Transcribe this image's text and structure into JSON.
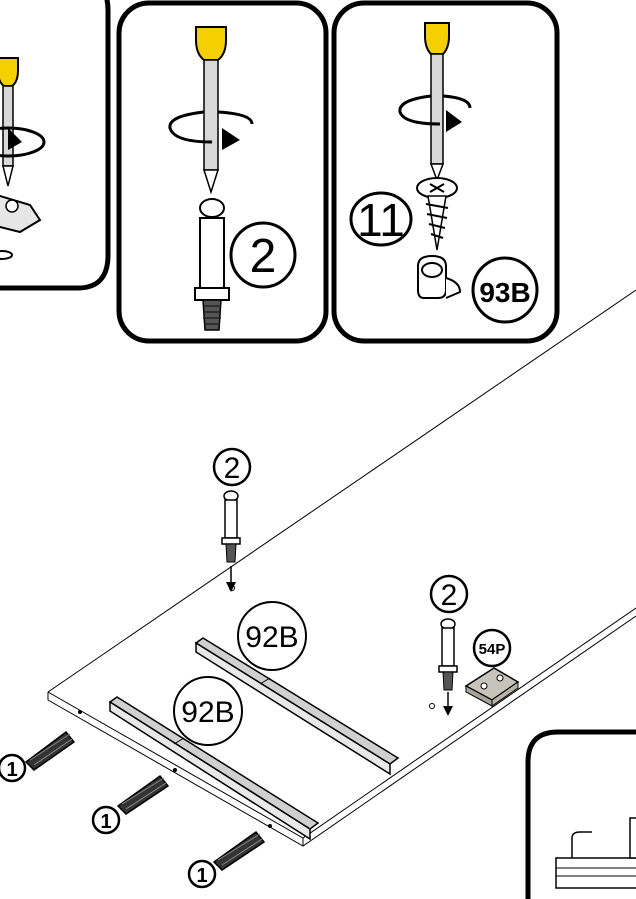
{
  "panels": {
    "left": {
      "marker": ""
    },
    "middle": {
      "part_number": "2"
    },
    "right": {
      "quantity": "11",
      "part_number": "93B"
    }
  },
  "board": {
    "callouts": {
      "dowel_a": "1",
      "dowel_b": "1",
      "dowel_c": "1",
      "cam_bolt_a": "2",
      "cam_bolt_b": "2",
      "rail_a": "92B",
      "rail_b": "92B",
      "hinge": "54P"
    }
  },
  "colors": {
    "outline": "#000000",
    "handle": "#f5d000",
    "shaft": "#d8d8d8",
    "rail": "#d0d0d0",
    "hinge": "#c8c4bc"
  }
}
